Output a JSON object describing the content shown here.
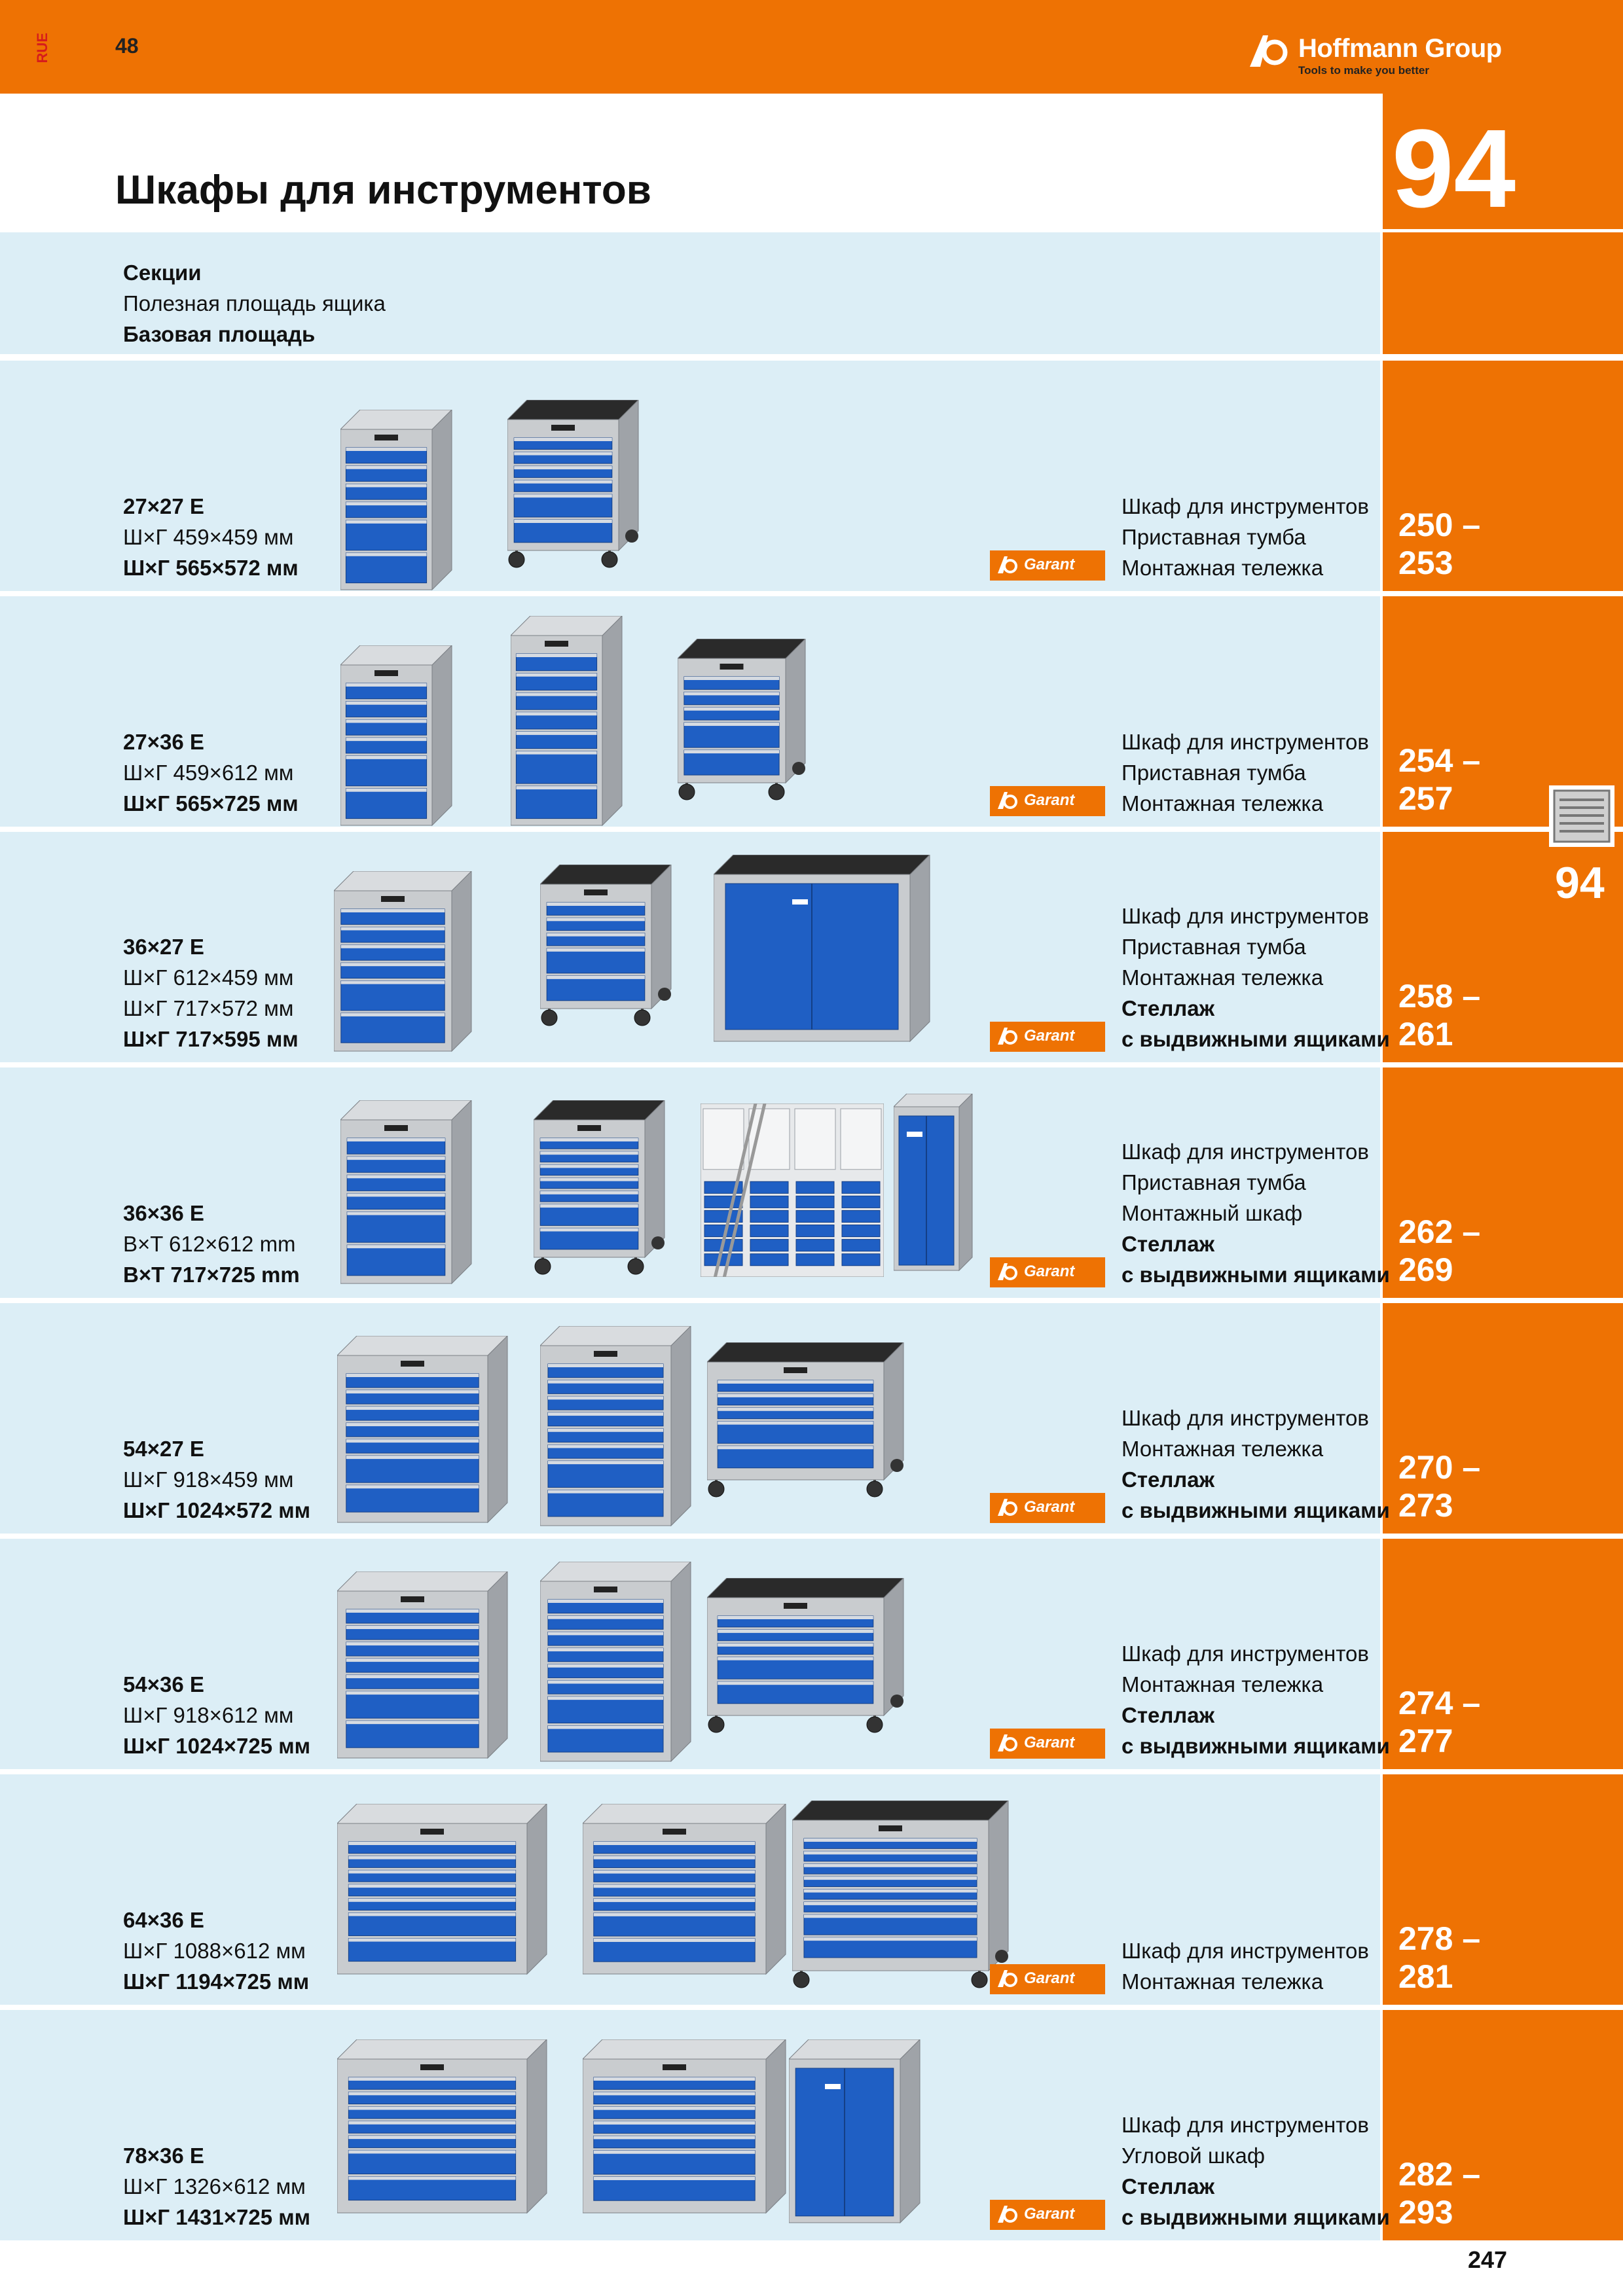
{
  "header": {
    "lang_code": "RUE",
    "page_left": "48",
    "brand": "Hoffmann Group",
    "tagline": "Tools to make you better",
    "chapter": "94"
  },
  "title": "Шкафы для инструментов",
  "legend": {
    "line1": "Секции",
    "line2": "Полезная площадь ящика",
    "line3": "Базовая площадь"
  },
  "garant_label": "Garant",
  "rows": [
    {
      "section": "27×27 E",
      "inner": "Ш×Г 459×459 мм",
      "base": "Ш×Г 565×572 мм",
      "desc": [
        "Шкаф для инструментов",
        "Приставная тумба",
        "Монтажная тележка"
      ],
      "pages_from": "250 –",
      "pages_to": "253"
    },
    {
      "section": "27×36 E",
      "inner": "Ш×Г 459×612 мм",
      "base": "Ш×Г 565×725 мм",
      "desc": [
        "Шкаф для инструментов",
        "Приставная тумба",
        "Монтажная тележка"
      ],
      "pages_from": "254 –",
      "pages_to": "257"
    },
    {
      "section": "36×27 E",
      "inner": "Ш×Г 612×459 мм",
      "base": "Ш×Г 717×572 мм",
      "base2": "Ш×Г 717×595 мм",
      "desc": [
        "Шкаф для инструментов",
        "Приставная тумба",
        "Монтажная тележка",
        "Стеллаж",
        "с выдвижными ящиками"
      ],
      "pages_from": "258 –",
      "pages_to": "261"
    },
    {
      "section": "36×36 E",
      "inner": "B×T 612×612 mm",
      "base": "B×T 717×725 mm",
      "desc": [
        "Шкаф для инструментов",
        "Приставная тумба",
        "Монтажный шкаф",
        "Стеллаж",
        "с выдвижными ящиками"
      ],
      "pages_from": "262 –",
      "pages_to": "269"
    },
    {
      "section": "54×27 E",
      "inner": "Ш×Г 918×459 мм",
      "base": "Ш×Г 1024×572 мм",
      "desc": [
        "Шкаф для инструментов",
        "Монтажная тележка",
        "Стеллаж",
        "с выдвижными ящиками"
      ],
      "pages_from": "270 –",
      "pages_to": "273"
    },
    {
      "section": "54×36 E",
      "inner": "Ш×Г 918×612 мм",
      "base": "Ш×Г 1024×725 мм",
      "desc": [
        "Шкаф для инструментов",
        "Монтажная тележка",
        "Стеллаж",
        "с выдвижными ящиками"
      ],
      "pages_from": "274 –",
      "pages_to": "277"
    },
    {
      "section": "64×36 E",
      "inner": "Ш×Г 1088×612 мм",
      "base": "Ш×Г 1194×725 мм",
      "desc": [
        "Шкаф для инструментов",
        "Монтажная тележка"
      ],
      "pages_from": "278 –",
      "pages_to": "281"
    },
    {
      "section": "78×36 E",
      "inner": "Ш×Г 1326×612 мм",
      "base": "Ш×Г 1431×725 мм",
      "desc": [
        "Шкаф для инструментов",
        "Угловой шкаф",
        "Стеллаж",
        "с выдвижными ящиками"
      ],
      "pages_from": "282 –",
      "pages_to": "293"
    }
  ],
  "side_tab": {
    "number": "94"
  },
  "page_bottom": "247",
  "colors": {
    "orange": "#ee7203",
    "row_bg": "#dceef6",
    "drawer_blue": "#1f5fc4",
    "cabinet_gray": "#c9cccf"
  }
}
